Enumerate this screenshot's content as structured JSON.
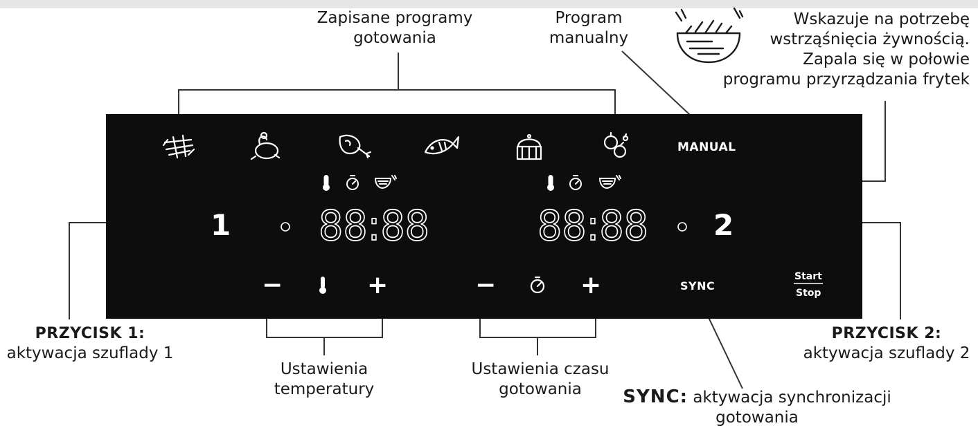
{
  "callouts": {
    "programs_l1": "Zapisane programy",
    "programs_l2": "gotowania",
    "manual_l1": "Program",
    "manual_l2": "manualny",
    "shake_l1": "Wskazuje na potrzebę",
    "shake_l2": "wstrząśnięcia żywnością.",
    "shake_l3": "Zapala się w połowie",
    "shake_l4": "programu przyrządzania frytek",
    "btn1_title": "PRZYCISK 1:",
    "btn1_desc": "aktywacja szuflady 1",
    "btn2_title": "PRZYCISK 2:",
    "btn2_desc": "aktywacja szuflady 2",
    "temp_l1": "Ustawienia",
    "temp_l2": "temperatury",
    "time_l1": "Ustawienia czasu",
    "time_l2": "gotowania",
    "sync_title": "SYNC",
    "sync_colon": ":",
    "sync_l1": "aktywacja synchronizacji",
    "sync_l2": "gotowania"
  },
  "panel": {
    "manual_label": "MANUAL",
    "zone1_number": "1",
    "zone2_number": "2",
    "display1": "88:88",
    "display2": "88:88",
    "minus": "−",
    "plus": "+",
    "sync_label": "SYNC",
    "start_label": "Start",
    "stop_label": "Stop"
  },
  "colors": {
    "panel_bg": "#0d0d0d",
    "panel_fg": "#ffffff",
    "line": "#333333"
  },
  "icons": {
    "programs": [
      "fries-icon",
      "chicken-icon",
      "meat-icon",
      "fish-icon",
      "cake-icon",
      "vegetables-icon"
    ],
    "status": [
      "thermometer-icon",
      "timer-icon",
      "shake-basket-icon"
    ],
    "shake_illustration": "shake-basket-icon"
  }
}
